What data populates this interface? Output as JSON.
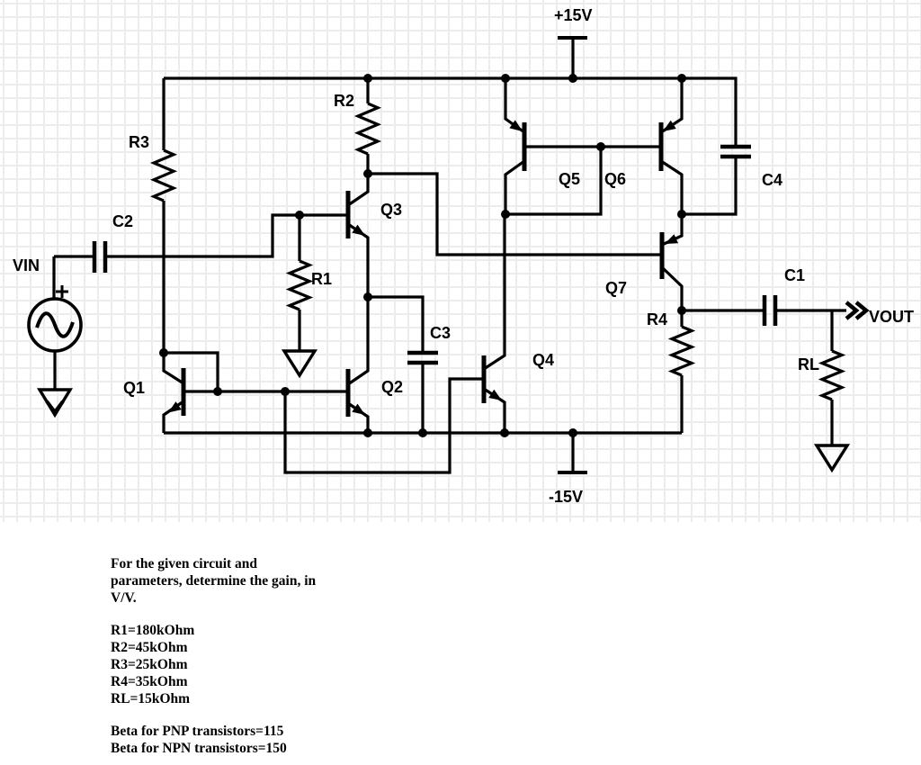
{
  "colors": {
    "wire": "#000000",
    "grid": "#ececec",
    "background": "#ffffff",
    "text": "#000000"
  },
  "schematic": {
    "labels": {
      "vin": "VIN",
      "vout": "VOUT",
      "supply_positive": "+15V",
      "supply_negative": "-15V",
      "r1": "R1",
      "r2": "R2",
      "r3": "R3",
      "r4": "R4",
      "rl": "RL",
      "c1": "C1",
      "c2": "C2",
      "c3": "C3",
      "c4": "C4",
      "q1": "Q1",
      "q2": "Q2",
      "q3": "Q3",
      "q4": "Q4",
      "q5": "Q5",
      "q6": "Q6",
      "q7": "Q7"
    }
  },
  "problem": {
    "statement_lines": [
      "For the given circuit and",
      "parameters, determine the gain, in",
      "V/V."
    ],
    "parameters": [
      "R1=180kOhm",
      "R2=45kOhm",
      "R3=25kOhm",
      "R4=35kOhm",
      "RL=15kOhm"
    ],
    "betas": [
      "Beta for PNP transistors=115",
      "Beta for NPN transistors=150"
    ]
  }
}
